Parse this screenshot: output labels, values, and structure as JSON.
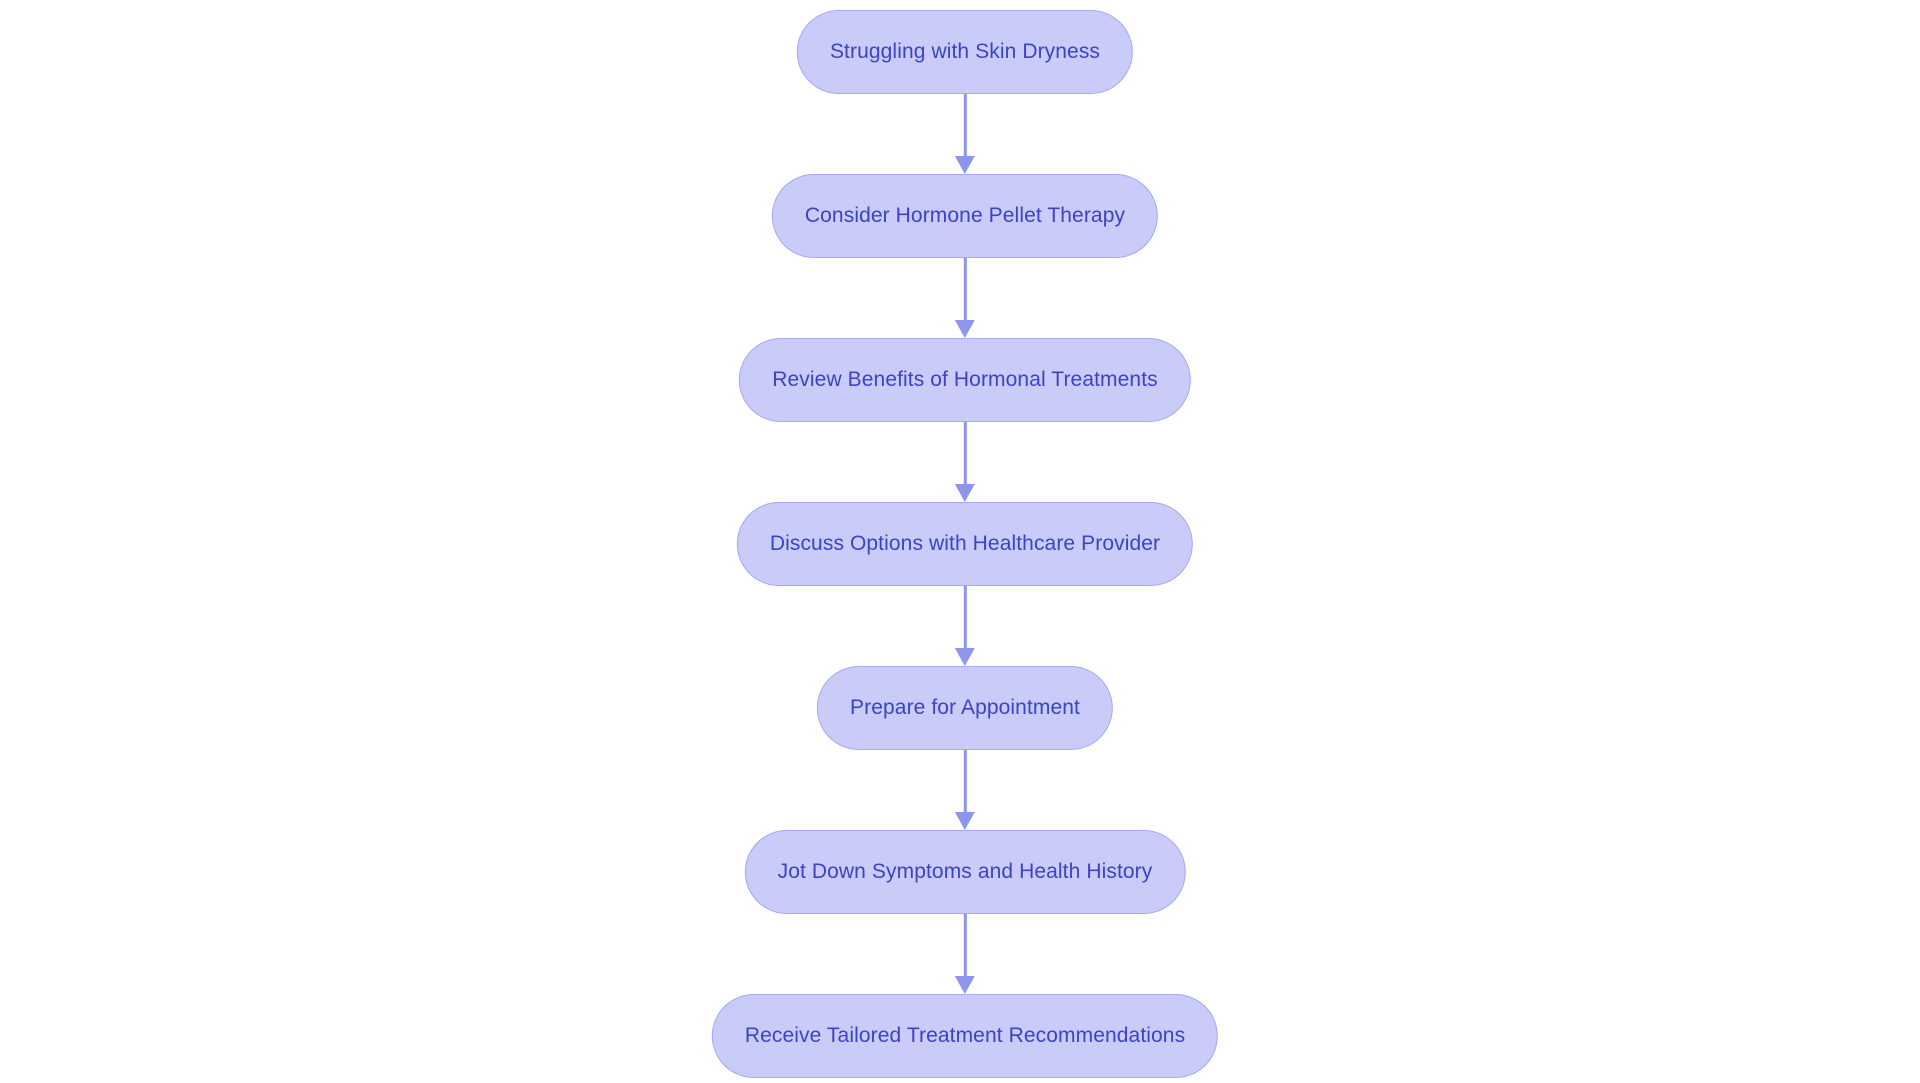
{
  "diagram": {
    "type": "flowchart",
    "direction": "top-down",
    "nodes": [
      {
        "id": "skin-dryness",
        "label": "Struggling with Skin Dryness"
      },
      {
        "id": "pellet-therapy",
        "label": "Consider Hormone Pellet Therapy"
      },
      {
        "id": "review-benefits",
        "label": "Review Benefits of Hormonal Treatments"
      },
      {
        "id": "discuss-options",
        "label": "Discuss Options with Healthcare Provider"
      },
      {
        "id": "prepare-appointment",
        "label": "Prepare for Appointment"
      },
      {
        "id": "jot-symptoms",
        "label": "Jot Down Symptoms and Health History"
      },
      {
        "id": "recommendations",
        "label": "Receive Tailored Treatment Recommendations"
      }
    ],
    "edges": [
      {
        "from": "skin-dryness",
        "to": "pellet-therapy"
      },
      {
        "from": "pellet-therapy",
        "to": "review-benefits"
      },
      {
        "from": "review-benefits",
        "to": "discuss-options"
      },
      {
        "from": "discuss-options",
        "to": "prepare-appointment"
      },
      {
        "from": "prepare-appointment",
        "to": "jot-symptoms"
      },
      {
        "from": "jot-symptoms",
        "to": "recommendations"
      }
    ]
  },
  "colors": {
    "background": "#ffffff",
    "node_fill": "#c9cbf8",
    "node_border": "#a4a9f2",
    "node_text": "#3a44c5",
    "arrow": "#8d95ed"
  }
}
